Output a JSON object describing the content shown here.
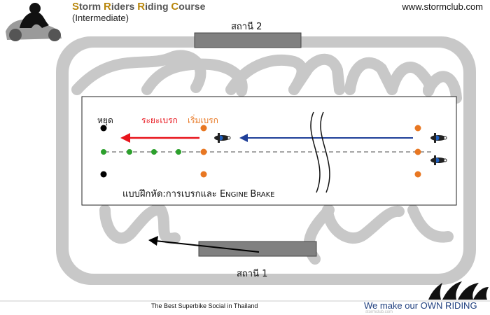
{
  "header": {
    "title_parts": [
      {
        "cap": "S",
        "rest": "torm "
      },
      {
        "cap": "R",
        "rest": "iders "
      },
      {
        "cap": "R",
        "rest": "iding "
      },
      {
        "cap": "C",
        "rest": "ourse"
      }
    ],
    "subtitle": "(Intermediate)",
    "website": "www.stormclub.com"
  },
  "stations": {
    "top": "สถานี 2",
    "bottom": "สถานี 1"
  },
  "drill": {
    "stop_label": "หยุด",
    "braking_distance_label": "ระยะเบรก",
    "start_braking_label": "เริ่มเบรก",
    "caption_thai": "แบบฝึกหัด:การเบรกและ ",
    "caption_en_1_cap": "E",
    "caption_en_1_rest": "NGINE ",
    "caption_en_2_cap": "B",
    "caption_en_2_rest": "RAKE"
  },
  "footer": {
    "left": "The Best Superbike Social in Thailand",
    "right": "We make our OWN RIDING",
    "watermark": "stormclub.com"
  },
  "colors": {
    "track": "#c8c8c8",
    "track_inner": "#ffffff",
    "station_bar": "#808080",
    "cone_black": "#000000",
    "cone_green": "#2ca02c",
    "cone_orange": "#e87722",
    "braking_arrow": "#e8141c",
    "approach_arrow": "#1f3f99",
    "label_red": "#e8141c",
    "label_orange": "#e87722",
    "footer_blue": "#1f3f7f"
  },
  "icons": [
    "rider-silhouette-icon",
    "motorcycle-icon",
    "wing-logo-icon"
  ]
}
